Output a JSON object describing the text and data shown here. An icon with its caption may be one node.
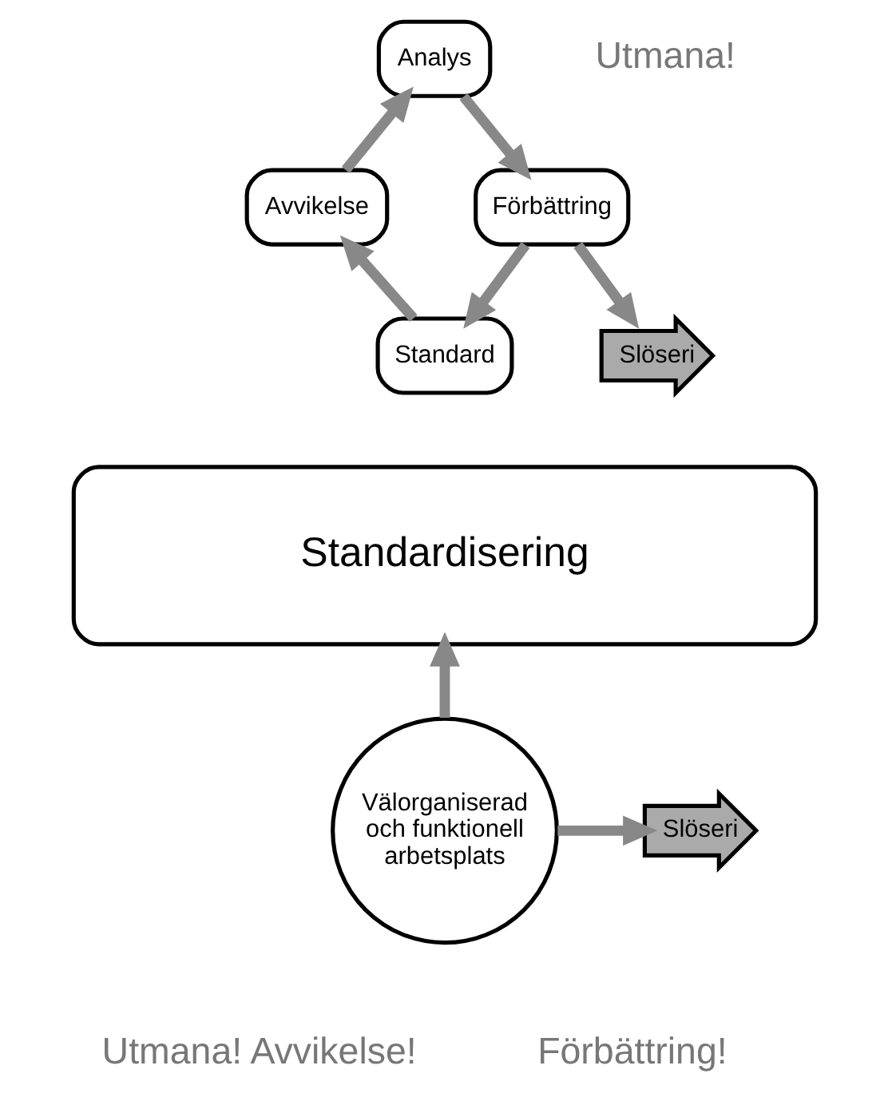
{
  "diagram": {
    "nodes": [
      {
        "text": [
          "Analys"
        ]
      },
      {
        "text": [
          "Avvikelse"
        ]
      },
      {
        "text": [
          "Förbättring"
        ]
      },
      {
        "text": [
          "Standard"
        ]
      },
      {
        "text": [
          "Slöseri"
        ]
      },
      {
        "text": [
          "Standardisering"
        ]
      },
      {
        "text": [
          "Slöseri"
        ]
      },
      {
        "text": [
          "Välorganiserad och funktionell arbetsplats"
        ]
      }
    ],
    "edges": [
      {
        "from": 1,
        "to": 0,
        "arrow": "to"
      },
      {
        "from": 0,
        "to": 2,
        "arrow": "to"
      },
      {
        "from": 2,
        "to": 3,
        "arrow": "to"
      },
      {
        "from": 3,
        "to": 1,
        "arrow": "to"
      },
      {
        "from": 2,
        "to": 4,
        "arrow": "to"
      },
      {
        "from": 7,
        "to": 5,
        "arrow": "to"
      },
      {
        "from": 7,
        "to": 6,
        "arrow": "to"
      }
    ],
    "labels": [
      "Utmana!",
      "Utmana! Avvikelse!",
      "Förbättring!"
    ]
  }
}
